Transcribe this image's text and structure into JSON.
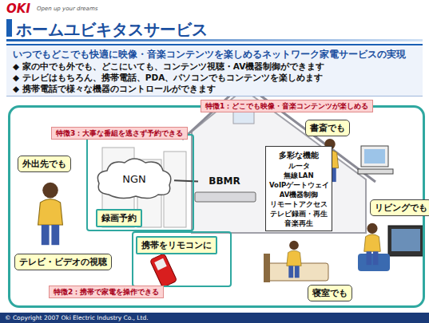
{
  "diagram": {
    "title": "ホームユビキタスサービス",
    "nodes": [
      {
        "text": [
          "いつでもどこでも快適に映像・音楽コンテンツを楽しめるネットワーク家電サービスの実現",
          "◆ 家の中でも外でも、どこにいても、コンテンツ視聴・AV機器制御ができます",
          "◆ テレビはもちろん、携帯電話、PDA、パソコンでもコンテンツを楽しめます",
          "◆ 携帯電話で様々な機器のコントロールができます"
        ]
      },
      {
        "text": [
          "特徴1：どこでも映像・音楽コンテンツが楽しめる"
        ]
      },
      {
        "text": [
          "特徴3：大事な番組を逃さず予約できる"
        ],
        "in": 1
      },
      {
        "text": [
          "NGN"
        ],
        "in": 2
      },
      {
        "text": [
          "録画予約"
        ],
        "in": 2
      },
      {
        "text": [
          "外出先でも"
        ],
        "in": 1
      },
      {
        "text": [
          "テレビ・ビデオの視聴"
        ],
        "in": 1
      },
      {
        "text": [
          "特徴2：携帯で家電を操作できる"
        ],
        "in": 1
      },
      {
        "text": [
          "携帯をリモコンに"
        ],
        "in": 7
      },
      {
        "text": [
          "BBMR"
        ],
        "in": 1
      },
      {
        "text": [
          "多彩な機能",
          "ルータ",
          "無線LAN",
          "VoIPゲートウェイ",
          "AV機器制御",
          "リモートアクセス",
          "テレビ録画・再生",
          "音楽再生"
        ],
        "in": 1
      },
      {
        "text": [
          "書斎でも"
        ],
        "in": 1
      },
      {
        "text": [
          "リビングでも"
        ],
        "in": 1
      },
      {
        "text": [
          "寝室でも"
        ],
        "in": 1
      }
    ],
    "edges": [
      {
        "from": 3,
        "to": 9,
        "arrow": "none"
      }
    ],
    "labels": [
      "OKI",
      "Open up your dreams",
      "© Copyright 2007 Oki Electric Industry Co., Ltd."
    ]
  }
}
